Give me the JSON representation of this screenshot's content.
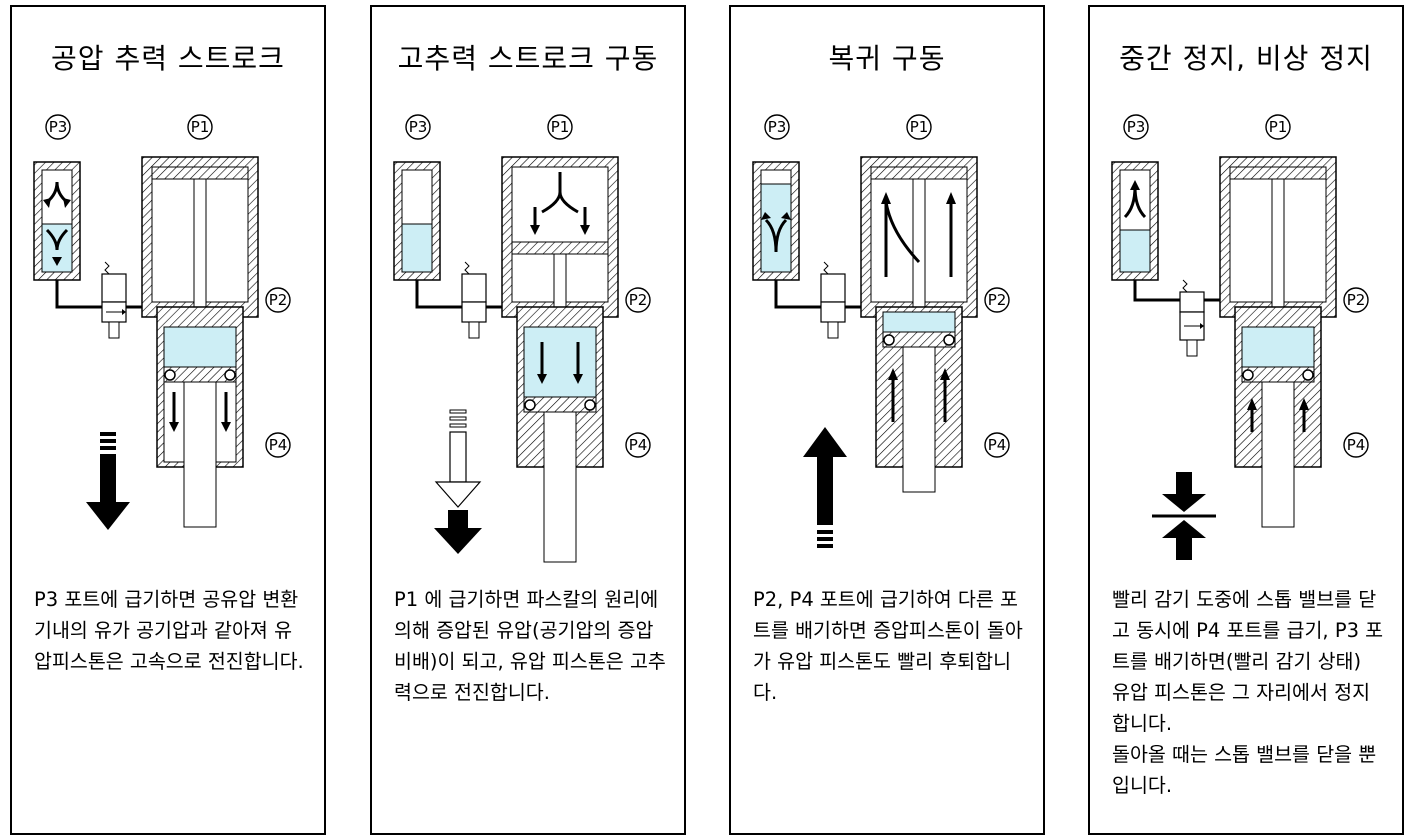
{
  "panels": [
    {
      "title": "공압 추력 스트로크",
      "description": "P3 포트에 급기하면 공유압 변환기내의 유가 공기압과 같아져 유압피스톤은 고속으로 전진합니다.",
      "ports": {
        "p1": "P1",
        "p2": "P2",
        "p3": "P3",
        "p4": "P4"
      }
    },
    {
      "title": "고추력 스트로크 구동",
      "description": "P1 에 급기하면 파스칼의 원리에 의해 증압된 유압(공기압의 증압비배)이 되고, 유압 피스톤은 고추력으로 전진합니다.",
      "ports": {
        "p1": "P1",
        "p2": "P2",
        "p3": "P3",
        "p4": "P4"
      }
    },
    {
      "title": "복귀 구동",
      "description": "P2, P4 포트에 급기하여 다른 포트를 배기하면 증압피스톤이 돌아가 유압 피스톤도 빨리 후퇴합니다.",
      "ports": {
        "p1": "P1",
        "p2": "P2",
        "p3": "P3",
        "p4": "P4"
      }
    },
    {
      "title": "중간 정지, 비상 정지",
      "description": "빨리 감기 도중에 스톱 밸브를 닫고 동시에 P4 포트를 급기, P3 포트를 배기하면(빨리 감기 상태) 유압 피스톤은 그 자리에서 정지합니다.\n돌아올 때는 스톱 밸브를 닫을 뿐입니다.",
      "ports": {
        "p1": "P1",
        "p2": "P2",
        "p3": "P3",
        "p4": "P4"
      }
    }
  ],
  "colors": {
    "oil": "#cdeef5",
    "line": "#000000",
    "background": "#ffffff"
  }
}
